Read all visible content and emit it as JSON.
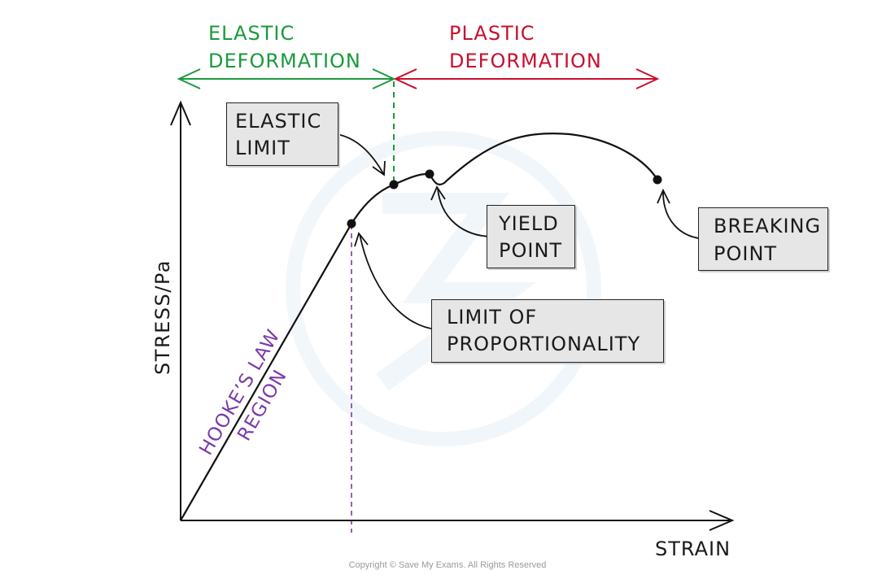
{
  "header": {
    "elastic_line1": "ELASTIC",
    "elastic_line2": "DEFORMATION",
    "plastic_line1": "PLASTIC",
    "plastic_line2": "DEFORMATION"
  },
  "axes": {
    "y_label": "STRESS/Pa",
    "x_label": "STRAIN"
  },
  "region": {
    "line1": "HOOKE’S LAW",
    "line2": "REGION"
  },
  "annotations": {
    "elastic_limit": [
      "ELASTIC",
      "LIMIT"
    ],
    "yield_point": [
      "YIELD",
      "POINT"
    ],
    "limit_of_proportionality": [
      "LIMIT OF",
      "PROPORTIONALITY"
    ],
    "breaking_point": [
      "BREAKING",
      "POINT"
    ]
  },
  "copyright": "Copyright © Save My Exams. All Rights Reserved",
  "colors": {
    "elastic": "#1a9a3c",
    "plastic": "#c8102e",
    "hooke": "#7a3aa8",
    "ink": "#1a1a1a",
    "tag_fill": "#e6e6e6"
  }
}
